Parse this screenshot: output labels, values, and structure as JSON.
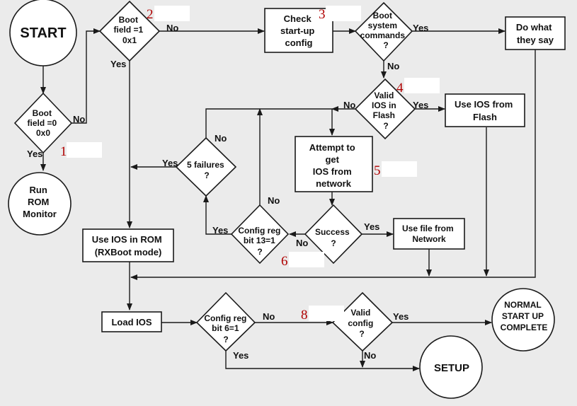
{
  "nodes": {
    "start": "START",
    "boot0": [
      "Boot",
      "field =0",
      "0x0"
    ],
    "rom_monitor": [
      "Run",
      "ROM",
      "Monitor"
    ],
    "boot1": [
      "Boot",
      "field =1",
      "0x1"
    ],
    "check_config": [
      "Check",
      "start-up",
      "config"
    ],
    "boot_cmds": [
      "Boot",
      "system",
      "commands",
      "?"
    ],
    "do_what": [
      "Do what",
      "they say"
    ],
    "valid_flash": [
      "Valid",
      "IOS in",
      "Flash",
      "?"
    ],
    "use_flash": [
      "Use IOS from",
      "Flash"
    ],
    "attempt_net": [
      "Attempt to",
      "get",
      "IOS from",
      "network"
    ],
    "failures": [
      "5 failures",
      "?"
    ],
    "config13": [
      "Config reg",
      "bit 13=1",
      "?"
    ],
    "success": [
      "Success",
      "?"
    ],
    "use_network": [
      "Use file from",
      "Network"
    ],
    "ios_rom": [
      "Use IOS in ROM",
      "(RXBoot mode)"
    ],
    "load_ios": "Load IOS",
    "config6": [
      "Config reg",
      "bit 6=1",
      "?"
    ],
    "valid_config": [
      "Valid",
      "config",
      "?"
    ],
    "normal": [
      "NORMAL",
      "START UP",
      "COMPLETE"
    ],
    "setup": "SETUP"
  },
  "edges": {
    "boot0_no": "No",
    "boot0_yes": "Yes",
    "boot1_no": "No",
    "boot1_yes": "Yes",
    "bootcmds_yes": "Yes",
    "bootcmds_no": "No",
    "flash_yes": "Yes",
    "flash_no": "No",
    "failures_yes": "Yes",
    "failures_no": "No",
    "config13_yes": "Yes",
    "config13_no": "No",
    "success_yes": "Yes",
    "success_no": "No",
    "config6_no": "No",
    "config6_yes": "Yes",
    "validconfig_yes": "Yes",
    "validconfig_no": "No"
  },
  "step_numbers": [
    "1",
    "2",
    "3",
    "4",
    "5",
    "6",
    "8"
  ],
  "colors": {
    "background": "#ebebeb",
    "step_number": "#b00000"
  }
}
